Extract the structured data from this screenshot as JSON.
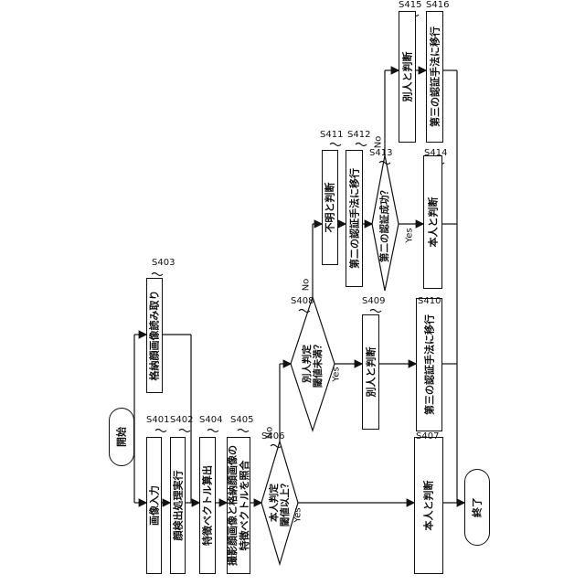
{
  "flowchart": {
    "start": "開始",
    "end": "終了",
    "steps": {
      "s401": {
        "label": "S401",
        "text": "画像入力"
      },
      "s402": {
        "label": "S402",
        "text": "顔検出処理実行"
      },
      "s403": {
        "label": "S403",
        "text": "格納顔画像読み取り"
      },
      "s404": {
        "label": "S404",
        "text": "特徴ベクトル算出"
      },
      "s405": {
        "label": "S405",
        "line1": "撮影顔画像と格納顔画像の",
        "line2": "特徴ベクトルを照合"
      },
      "s406": {
        "label": "S406",
        "line1": "本人判定",
        "line2": "閾値以上？"
      },
      "s407": {
        "label": "S407",
        "text": "本人と判断"
      },
      "s408": {
        "label": "S408",
        "line1": "別人判定",
        "line2": "閾値未満？"
      },
      "s409": {
        "label": "S409",
        "text": "別人と判断"
      },
      "s410": {
        "label": "S410",
        "text": "第三の認証手法に移行"
      },
      "s411": {
        "label": "S411",
        "text": "不明と判断"
      },
      "s412": {
        "label": "S412",
        "text": "第二の認証手法に移行"
      },
      "s413": {
        "label": "S413",
        "text": "第二の認証成功？"
      },
      "s414": {
        "label": "S414",
        "text": "本人と判断"
      },
      "s415": {
        "label": "S415",
        "text": "別人と判断"
      },
      "s416": {
        "label": "S416",
        "text": "第三の認証手法に移行"
      }
    },
    "branches": {
      "s406_yes": "Yes",
      "s406_no": "No",
      "s408_yes": "Yes",
      "s408_no": "No",
      "s413_yes": "Yes",
      "s413_no": "No"
    }
  }
}
